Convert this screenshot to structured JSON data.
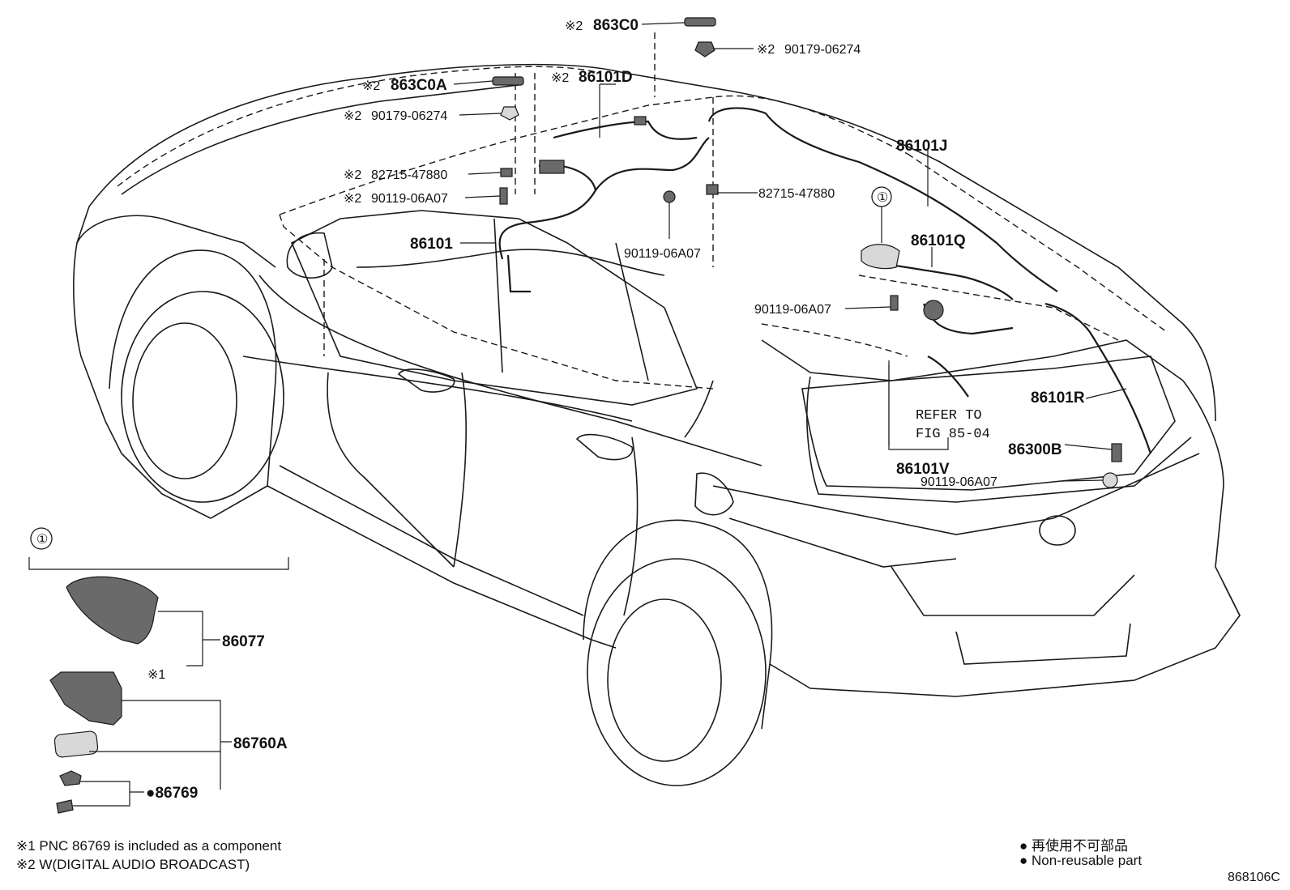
{
  "labels": {
    "p863c0": "863C0",
    "p90179_top": "90179-06274",
    "p863c0a": "863C0A",
    "p86101d": "86101D",
    "p90179_left": "90179-06274",
    "p82715_left": "82715-47880",
    "p90119_left": "90119-06A07",
    "p82715_right": "82715-47880",
    "p86101": "86101",
    "p90119_mid": "90119-06A07",
    "p86101j": "86101J",
    "p86101q": "86101Q",
    "p90119_rear": "90119-06A07",
    "p86101r": "86101R",
    "refer_line1": "REFER TO",
    "refer_line2": "FIG 85-04",
    "p86300b": "86300B",
    "p86101v": "86101V",
    "p90119_low": "90119-06A07",
    "p86077": "86077",
    "p86760a": "86760A",
    "p86769": "●86769",
    "mark1": "※1",
    "mark2": "※2",
    "circle1": "①"
  },
  "notes": {
    "note1": "※1 PNC 86769 is included as a component",
    "note2": "※2 W(DIGITAL AUDIO BROADCAST)",
    "legend_jp": "● 再使用不可部品",
    "legend_en": "● Non-reusable part",
    "figure_code": "868106C"
  },
  "colors": {
    "line": "#1a1a1a",
    "part_fill": "#6a6a6a",
    "background": "#ffffff"
  }
}
